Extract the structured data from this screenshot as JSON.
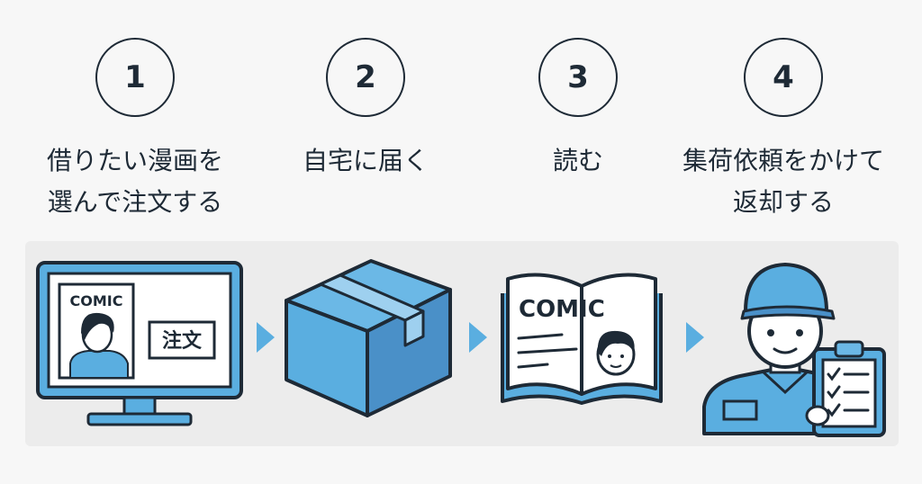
{
  "steps": [
    {
      "number": "1",
      "text": "借りたい漫画を\n選んで注文する"
    },
    {
      "number": "2",
      "text": "自宅に届く"
    },
    {
      "number": "3",
      "text": "読む"
    },
    {
      "number": "4",
      "text": "集荷依頼をかけて\n返却する"
    }
  ],
  "illustrations": {
    "monitor_comic_label": "COMIC",
    "monitor_order_label": "注文",
    "book_comic_label": "COMIC"
  },
  "colors": {
    "accent_blue": "#5aaee0",
    "dark_blue": "#4a90c8",
    "outline": "#1e2a36",
    "background": "#f7f7f7"
  },
  "icons": [
    "monitor-icon",
    "box-icon",
    "book-icon",
    "delivery-person-icon",
    "clipboard-icon"
  ]
}
